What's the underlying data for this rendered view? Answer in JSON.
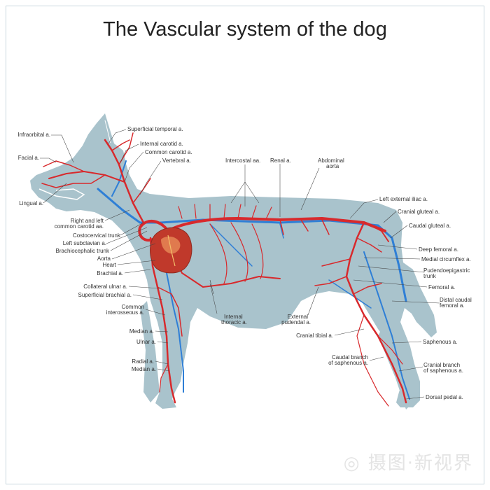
{
  "title": "The Vascular system of the dog",
  "colors": {
    "body": "#a9c3cc",
    "artery": "#d8292c",
    "vein": "#2f7fd6",
    "heart": "#c0392b",
    "frame": "#c8d7dd"
  },
  "labels": {
    "infraorbital": "Infraorbital a.",
    "facial": "Facial a.",
    "lingual": "Lingual a.",
    "superficial_temporal": "Superficial temporal a.",
    "internal_carotid": "Internal carotid a.",
    "common_carotid": "Common carotid a.",
    "vertebral": "Vertebral a.",
    "intercostal": "Intercostal aa.",
    "renal": "Renal a.",
    "abdominal_aorta_1": "Abdominal",
    "abdominal_aorta_2": "aorta",
    "left_external_iliac": "Left external iliac a.",
    "cranial_gluteal": "Cranial gluteal a.",
    "caudal_gluteal": "Caudal gluteal a.",
    "right_left_common_carotid_1": "Right and left",
    "right_left_common_carotid_2": "common carotid aa.",
    "costocervical": "Costocervical trunk",
    "left_subclavian": "Left subclavian a.",
    "brachiocephalic": "Brachiocephalic trunk",
    "aorta": "Aorta",
    "heart": "Heart",
    "brachial": "Brachial a.",
    "collateral_ulnar": "Collateral ulnar a.",
    "superficial_brachial": "Superficial brachial a.",
    "common_interosseous_1": "Common",
    "common_interosseous_2": "interosseous a.",
    "median_1": "Median a.",
    "ulnar": "Ulnar a.",
    "radial": "Radial a.",
    "median_2": "Median a.",
    "internal_thoracic_1": "Internal",
    "internal_thoracic_2": "thoracic a.",
    "external_pudendal_1": "External",
    "external_pudendal_2": "pudendal a.",
    "cranial_tibial": "Cranial tibial a.",
    "caudal_branch_saphenous_1": "Caudal branch",
    "caudal_branch_saphenous_2": "of saphenous a.",
    "deep_femoral": "Deep femoral a.",
    "medial_circumflex": "Medial circumflex a.",
    "pudendoepigastric_1": "Pudendoepigastric",
    "pudendoepigastric_2": "trunk",
    "femoral": "Femoral a.",
    "distal_caudal_femoral_1": "Distal caudal",
    "distal_caudal_femoral_2": "femoral a.",
    "saphenous": "Saphenous a.",
    "cranial_branch_saphenous_1": "Cranial branch",
    "cranial_branch_saphenous_2": "of saphenous a.",
    "dorsal_pedal": "Dorsal pedal a."
  },
  "watermark": "摄图·新视界",
  "icons": {
    "watermark": "camera-lens-icon"
  }
}
